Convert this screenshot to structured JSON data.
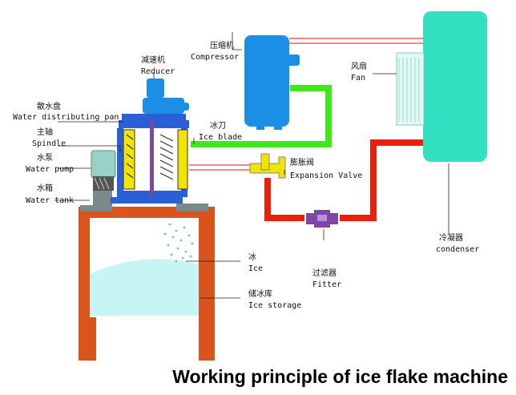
{
  "title": "Working principle of ice flake machine",
  "labels": {
    "compressor": {
      "cn": "压缩机",
      "en": "Compressor"
    },
    "reducer": {
      "cn": "减速机",
      "en": "Reducer"
    },
    "water_distributing_pan": {
      "cn": "散水盘",
      "en": "Water distributing pan"
    },
    "spindle": {
      "cn": "主轴",
      "en": "Spindle"
    },
    "ice_blade": {
      "cn": "冰刀",
      "en": "Ice blade"
    },
    "water_pump": {
      "cn": "水泵",
      "en": "Water pump"
    },
    "expansion_valve": {
      "cn": "膨胀阀",
      "en": "Expansion Valve"
    },
    "water_tank": {
      "cn": "水箱",
      "en": "Water tank"
    },
    "fan": {
      "cn": "风扇",
      "en": "Fan"
    },
    "condenser": {
      "cn": "冷凝器",
      "en": "condenser"
    },
    "ice": {
      "cn": "冰",
      "en": "Ice"
    },
    "ice_storage": {
      "cn": "储冰库",
      "en": "Ice storage"
    },
    "filter": {
      "cn": "过滤器",
      "en": "Fitter"
    }
  },
  "colors": {
    "structure": "#d9531c",
    "condenser": "#33e0bf",
    "compressor": "#1b8fe6",
    "ice": "#c7f4f4",
    "green_pipe": "#3ee81b",
    "red_pipe": "#e8200c",
    "filter": "#7d47a8",
    "valve": "#f2e400",
    "evaporator": "#f2e400"
  }
}
